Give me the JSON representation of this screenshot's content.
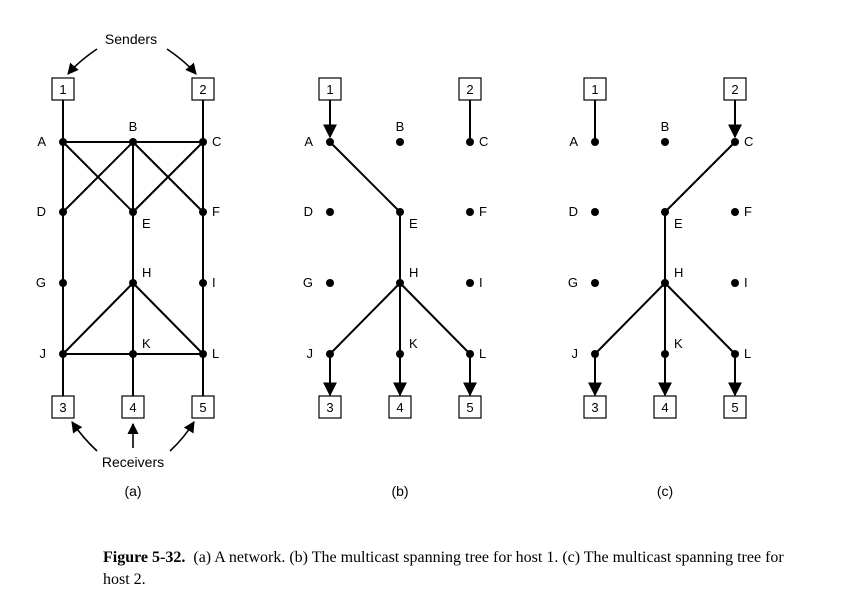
{
  "labels": {
    "senders": "Senders",
    "receivers": "Receivers"
  },
  "panels": [
    {
      "caption": "(a)"
    },
    {
      "caption": "(b)"
    },
    {
      "caption": "(c)"
    }
  ],
  "nodes": [
    "A",
    "B",
    "C",
    "D",
    "E",
    "F",
    "G",
    "H",
    "I",
    "J",
    "K",
    "L"
  ],
  "hosts": [
    "1",
    "2",
    "3",
    "4",
    "5"
  ],
  "figure_caption": {
    "label": "Figure 5-32.",
    "text": "(a) A network. (b) The multicast spanning tree for host 1. (c) The multicast spanning tree for host 2."
  },
  "colors": {
    "ink": "#000000",
    "background": "#ffffff"
  }
}
